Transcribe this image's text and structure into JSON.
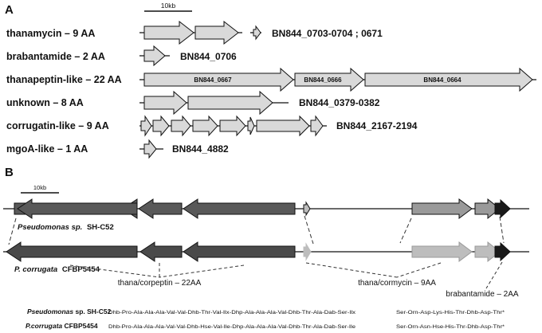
{
  "panel_a": {
    "letter": "A",
    "scale_label": "10kb",
    "clusters": [
      {
        "name": "thanamycin – 9 AA",
        "locus": "BN844_0703-0704 ; 0671"
      },
      {
        "name": "brabantamide – 2 AA",
        "locus": "BN844_0706"
      },
      {
        "name": "thanapeptin-like – 22 AA",
        "locus": "",
        "genes": [
          "BN844_0667",
          "BN844_0666",
          "BN844_0664"
        ]
      },
      {
        "name": "unknown – 8 AA",
        "locus": "BN844_0379-0382"
      },
      {
        "name": "corrugatin-like – 9 AA",
        "locus": "BN844_2167-2194"
      },
      {
        "name": "mgoA-like – 1 AA",
        "locus": "BN844_4882"
      }
    ]
  },
  "panel_b": {
    "letter": "B",
    "scale_label": "10kb",
    "strain1": {
      "genus": "Pseudomonas sp.",
      "strain": "SH-C52"
    },
    "strain2": {
      "genus": "P. corrugata",
      "strain": "CFBP5454"
    },
    "label_corpeptin": "thana/corpeptin – 22AA",
    "label_cormycin": "thana/cormycin – 9AA",
    "label_brabantamide": "brabantamide – 2AA",
    "sequences": [
      {
        "strain_italic": "Pseudomonas",
        "strain_rest": " sp. SH-C52",
        "seq1": "Dhb-Pro-Ala-Ala-Ala-Val-Val-Dhb-Thr-Val-Ilx-Dhp-Ala-Ala-Ala-Val-Dhb-Thr-Ala-Dab-Ser-Ilx",
        "seq2": "Ser-Orn-Asp-Lys-His-Thr-Dhb-Asp-Thr*"
      },
      {
        "strain_italic": "P.corrugata",
        "strain_rest": " CFBP5454",
        "seq1": "Dhb-Pro-Ala-Ala-Ala-Val-Val-Dhb-Hse-Val-Ile-Dhp-Ala-Ala-Ala-Val-Dhb-Thr-Ala-Dab-Ser-Ile",
        "seq2": "Ser-Orn-Asn-Hse-His-Thr-Dhb-Asp-Thr*"
      }
    ]
  },
  "colors": {
    "arrow_light": "#d9d9d9",
    "arrow_dark": "#595959",
    "arrow_darker": "#4a4a4a",
    "arrow_mid": "#9a9a9a",
    "arrow_pale": "#bdbdbd",
    "arrow_black": "#1a1a1a"
  }
}
